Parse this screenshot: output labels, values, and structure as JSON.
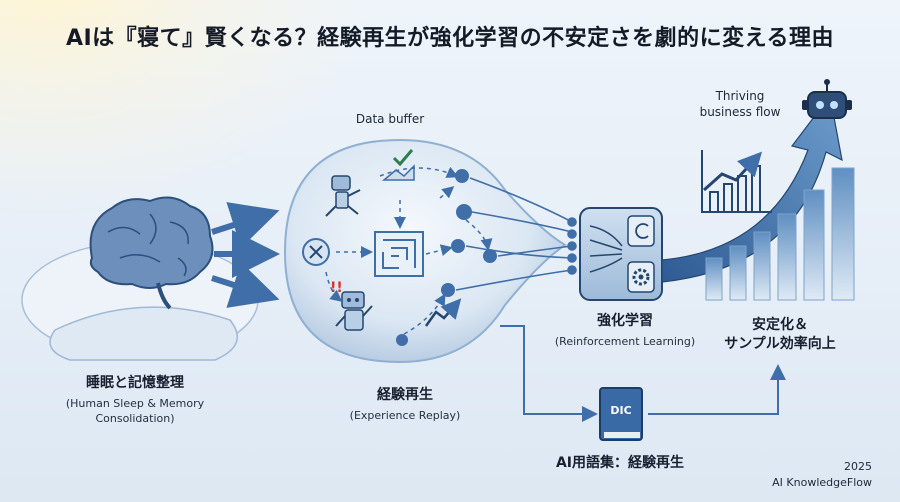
{
  "title": "AIは『寝て』賢くなる？経験再生が強化学習の不安定さを劇的に変える理由",
  "sleep": {
    "label": "睡眠と記憶整理",
    "sublabel_line1": "(Human Sleep & Memory",
    "sublabel_line2": "Consolidation)"
  },
  "buffer": {
    "top_label": "Data buffer",
    "label": "経験再生",
    "sublabel": "(Experience Replay)",
    "dic_text": "DIC"
  },
  "rl": {
    "label": "強化学習",
    "sublabel": "(Reinforcement Learning)"
  },
  "business": {
    "line1": "Thriving",
    "line2": "business flow"
  },
  "stable": {
    "line1": "安定化＆",
    "line2": "サンプル効率向上"
  },
  "glossary": {
    "label": "AI用語集：経験再生"
  },
  "footer": {
    "year": "2025",
    "brand": "AI KnowledgeFlow"
  },
  "colors": {
    "primary": "#3f6ea8",
    "dark": "#24466f",
    "light": "#bcd2e8",
    "accent": "#2f7d4a",
    "alert": "#d9342b"
  }
}
